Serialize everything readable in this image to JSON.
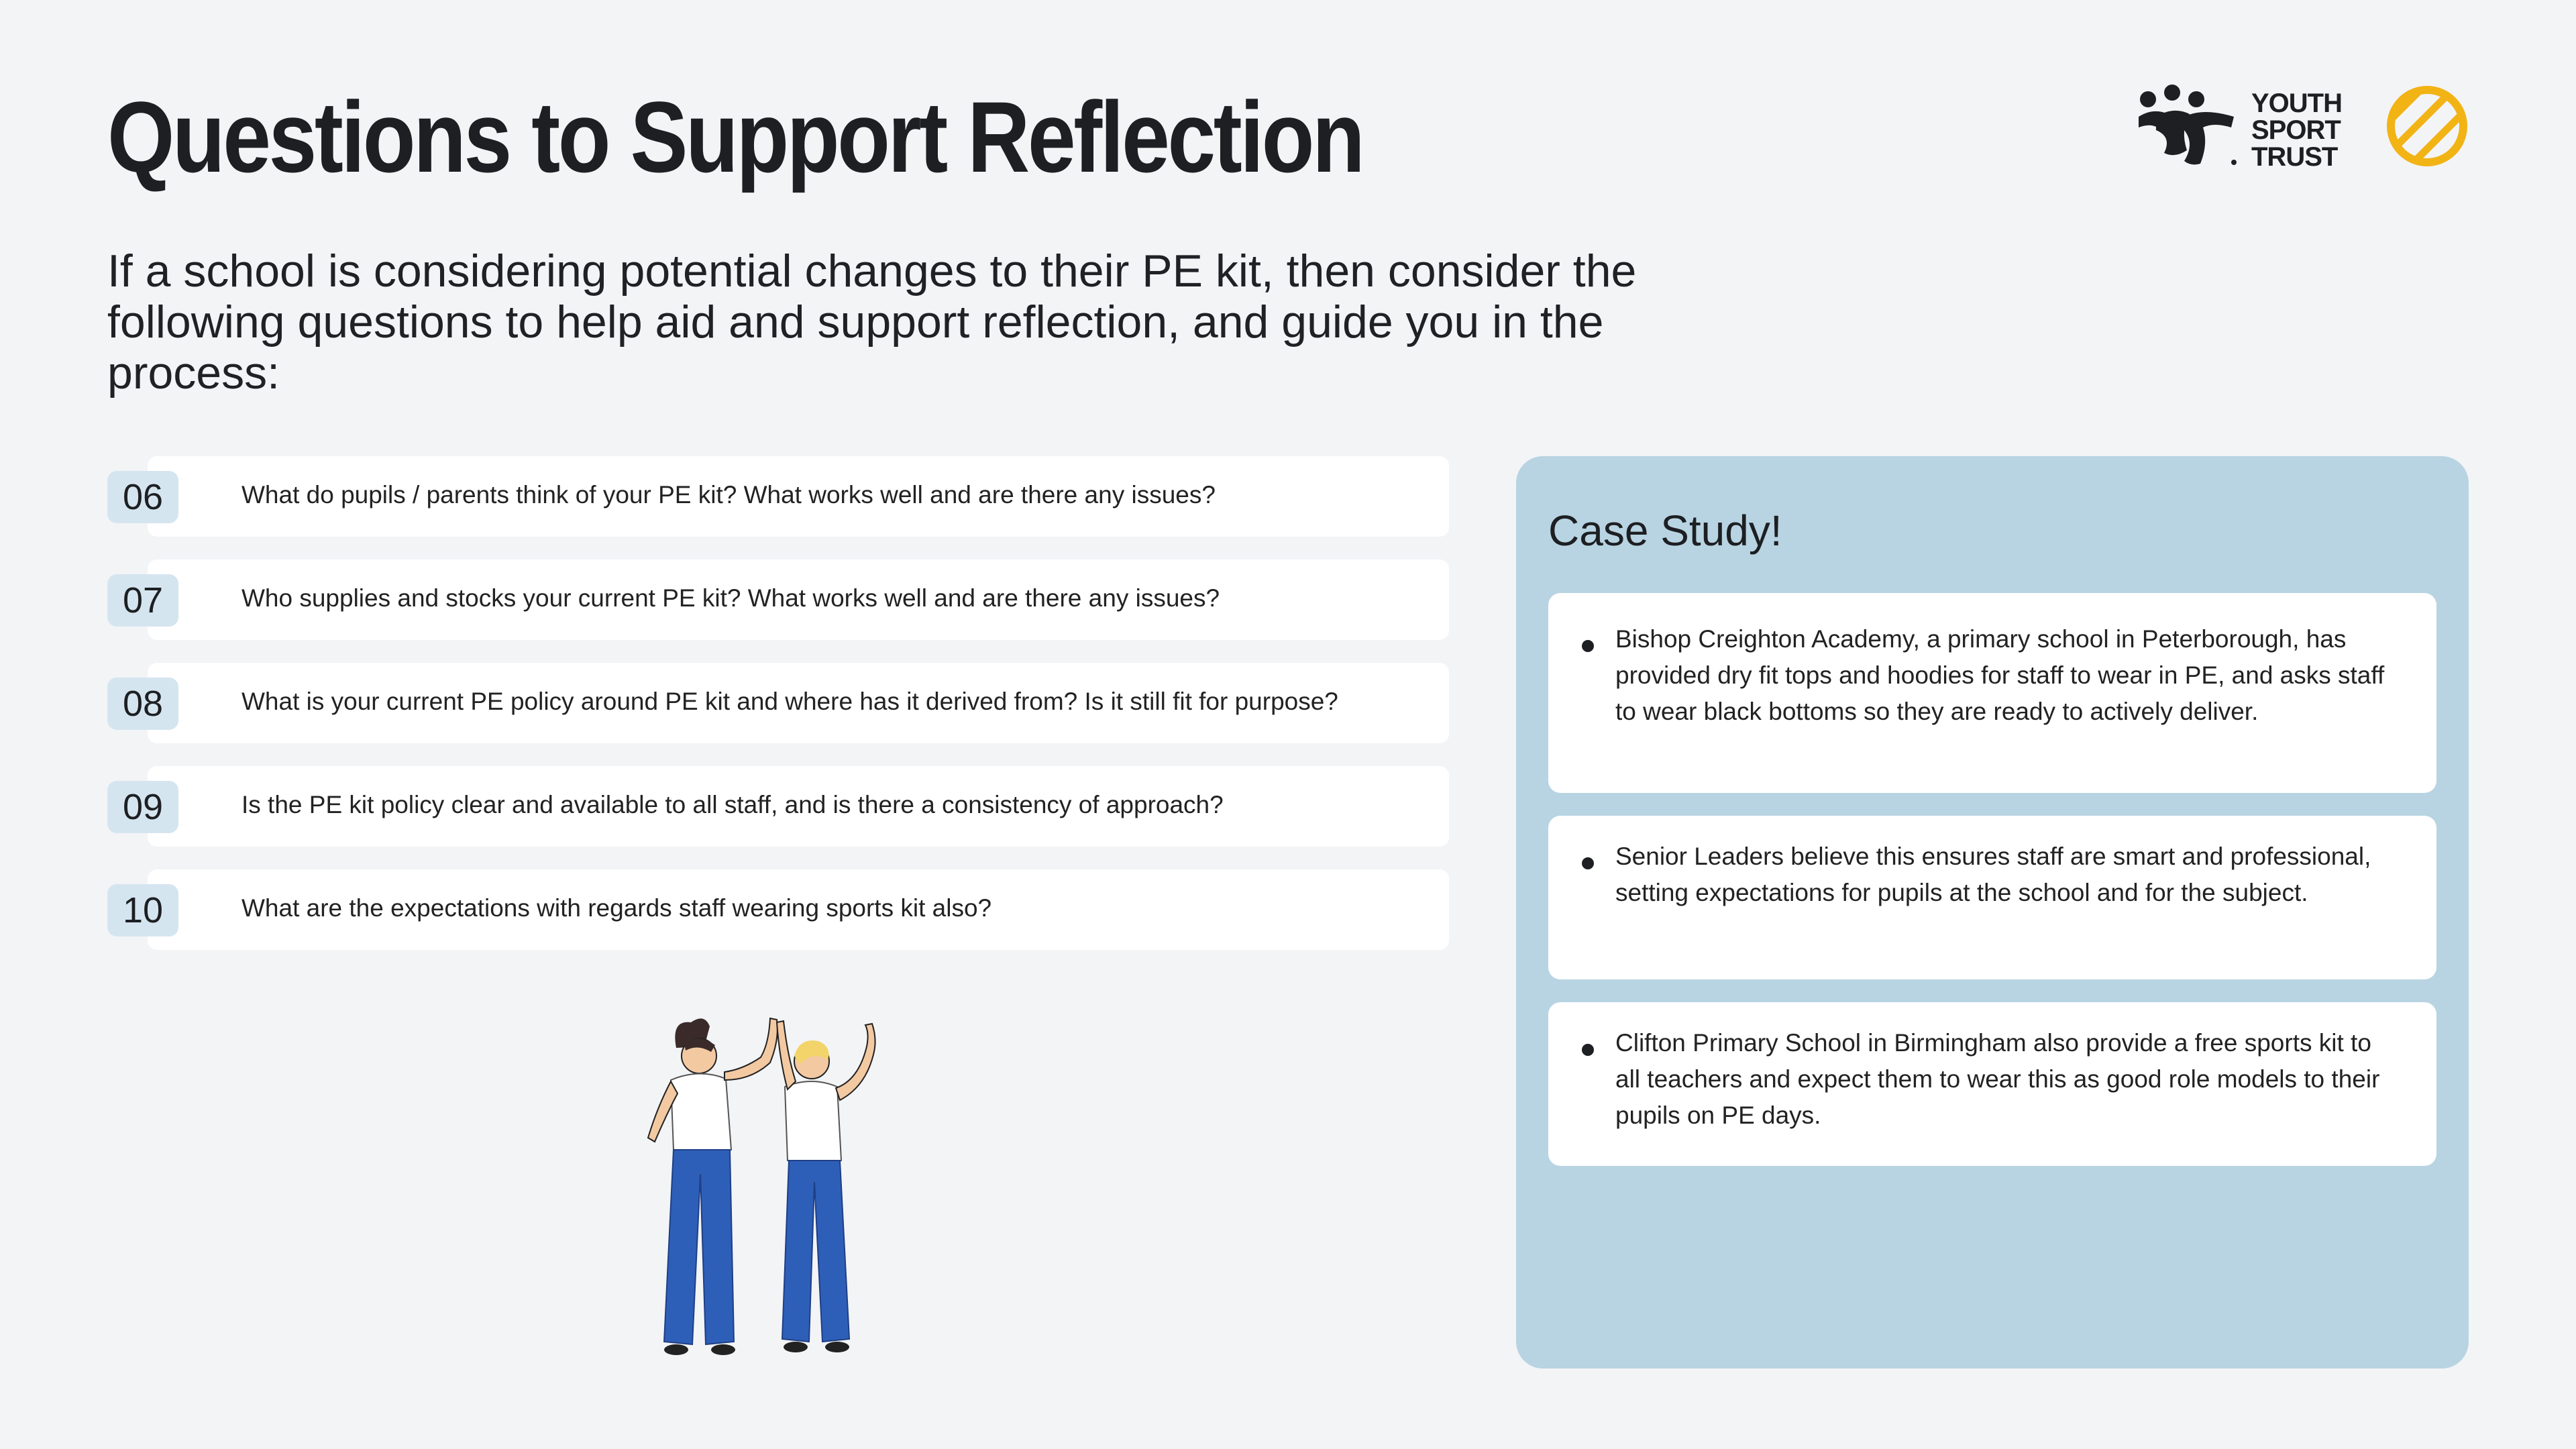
{
  "header": {
    "title": "Questions to Support Reflection",
    "intro": "If a school is considering potential changes to their PE kit, then consider the following questions to help aid and support reflection, and guide you in the process:"
  },
  "logo": {
    "line1": "YOUTH",
    "line2": "SPORT",
    "line3": "TRUST",
    "icon": "youth-sport-trust-figures-icon",
    "badge_icon": "yellow-striped-circle-icon",
    "badge_color": "#f2b315"
  },
  "questions": [
    {
      "num": "06",
      "text": "What do pupils / parents think of your PE kit? What works well and are there any issues?"
    },
    {
      "num": "07",
      "text": "Who supplies and stocks your current PE kit? What works well and are there any issues?"
    },
    {
      "num": "08",
      "text": "What is your current PE policy around PE kit and where has it derived from? Is it still fit for purpose?"
    },
    {
      "num": "09",
      "text": "Is the PE kit policy clear and available to all staff, and is there a consistency of approach?"
    },
    {
      "num": "10",
      "text": "What are the expectations with regards staff wearing sports kit also?"
    }
  ],
  "case_study": {
    "title": "Case Study!",
    "items": [
      "Bishop Creighton Academy, a primary school in Peterborough, has provided dry fit tops and hoodies for staff to wear in PE, and asks staff to wear black bottoms so they are ready to actively deliver.",
      "Senior Leaders believe this ensures staff are smart and professional, setting expectations for pupils at the school and for the subject.",
      "Clifton Primary School in Birmingham also provide a free sports kit to all teachers and expect them to wear this as good role models to their pupils on PE days."
    ]
  },
  "colors": {
    "background": "#f3f4f6",
    "number_badge": "#d5e5f0",
    "case_panel": "#b8d4e2",
    "uniform_blue": "#2e5fb8"
  }
}
